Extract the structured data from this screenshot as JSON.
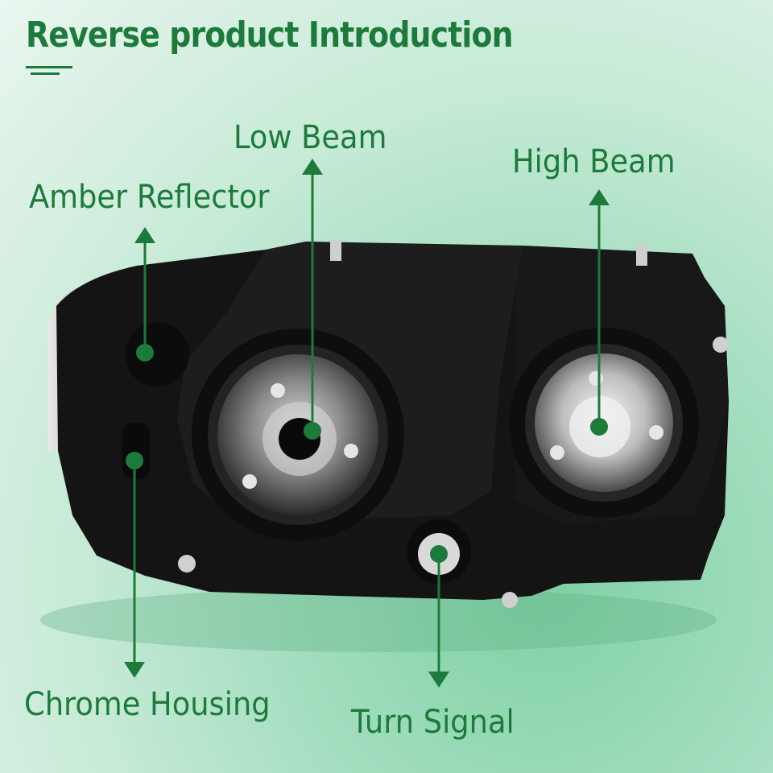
{
  "header": {
    "title": "Reverse product Introduction"
  },
  "callouts": {
    "amber_reflector": "Amber Reflector",
    "low_beam": "Low Beam",
    "high_beam": "High Beam",
    "chrome_housing": "Chrome Housing",
    "turn_signal": "Turn Signal"
  },
  "colors": {
    "accent": "#1c7a3b",
    "background": "#a8e0c2",
    "housing": "#141414"
  },
  "image": {
    "subject-icon": "headlight-assembly-rear-view"
  }
}
